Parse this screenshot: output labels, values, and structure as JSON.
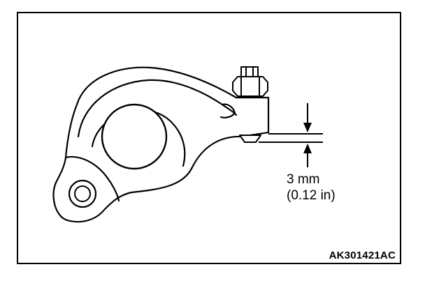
{
  "dimension": {
    "metric": "3 mm",
    "imperial": "(0.12 in)"
  },
  "figure_code": "AK301421AC",
  "colors": {
    "line": "#000000",
    "background": "#ffffff"
  }
}
